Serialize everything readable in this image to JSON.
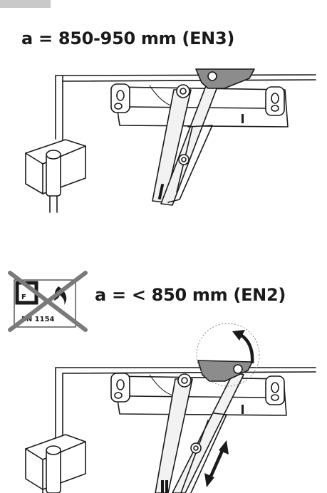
{
  "diagrams": [
    {
      "heading": "a = 850-950 mm (EN3)"
    },
    {
      "heading": "a = < 850 mm (EN2)"
    }
  ],
  "no_fire_logo": {
    "text": "EN 1154",
    "icon": "crossed-out-fire-door-icon"
  },
  "colors": {
    "line": "#1a1a1a",
    "bracket": "#8c8c8c",
    "tab": "#c8c8c8"
  }
}
